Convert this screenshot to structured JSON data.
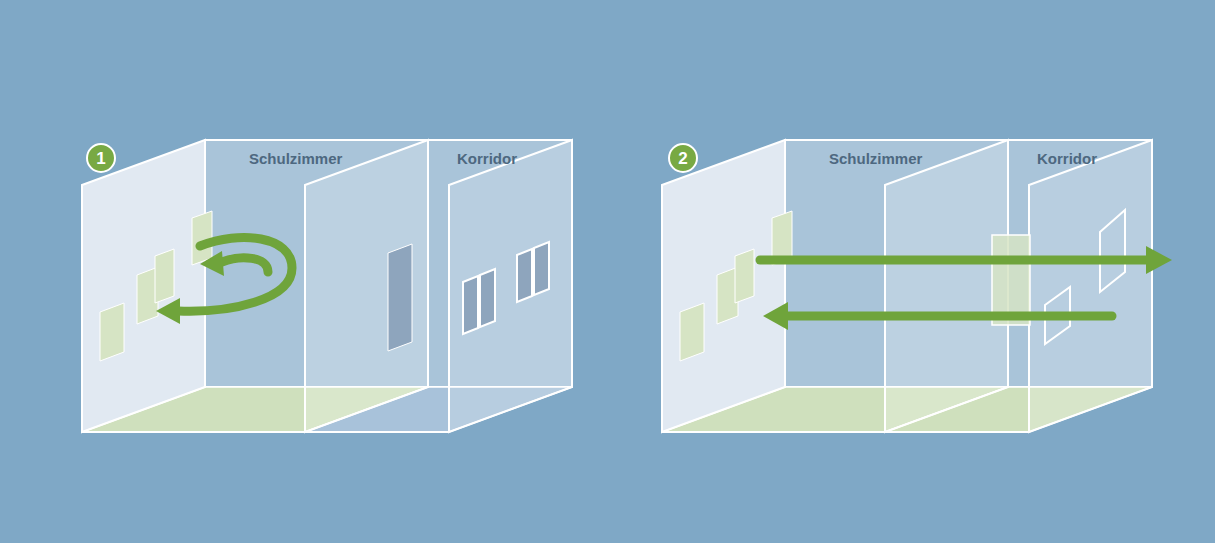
{
  "diagram": {
    "nodes": [
      {
        "text": [
          "1"
        ]
      },
      {
        "text": [
          "2"
        ]
      }
    ],
    "labels": [
      "Schulzimmer",
      "Korridor",
      "Schulzimmer",
      "Korridor"
    ]
  }
}
